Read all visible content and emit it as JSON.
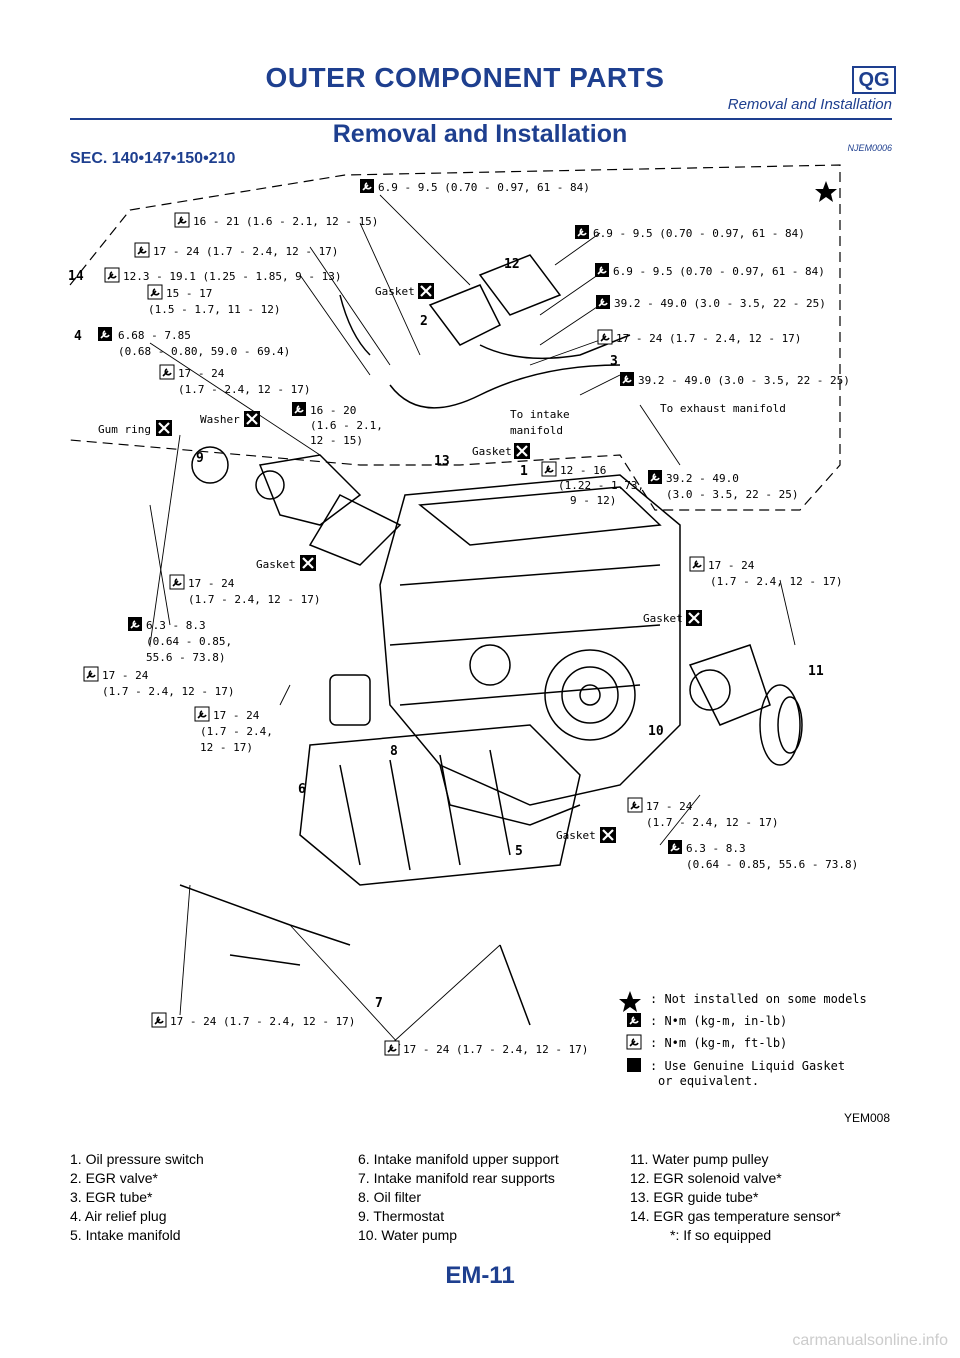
{
  "header": {
    "title": "OUTER COMPONENT PARTS",
    "badge": "QG",
    "subtitle": "Removal and Installation"
  },
  "section": {
    "title": "Removal and Installation",
    "ref_code": "NJEM0006",
    "sec_label": "SEC. 140•147•150•210"
  },
  "figure": {
    "code": "YEM008",
    "callouts": {
      "t1": "6.9 - 9.5 (0.70 - 0.97, 61 - 84)",
      "t2": "16 - 21 (1.6 - 2.1, 12 - 15)",
      "t3": "6.9 - 9.5 (0.70 - 0.97, 61 - 84)",
      "t4": "17 - 24 (1.7 - 2.4, 12 - 17)",
      "t5": "12.3 - 19.1 (1.25 - 1.85, 9 - 13)",
      "t6": "6.9 - 9.5 (0.70 - 0.97, 61 - 84)",
      "t7a": "15 - 17",
      "t7b": "(1.5 - 1.7, 11 - 12)",
      "t8": "39.2 - 49.0 (3.0 - 3.5, 22 - 25)",
      "t9a": "6.68 - 7.85",
      "t9b": "(0.68 - 0.80, 59.0 - 69.4)",
      "t10": "17 - 24 (1.7 - 2.4, 12 - 17)",
      "t11a": "17 - 24",
      "t11b": "(1.7 - 2.4, 12 - 17)",
      "t12": "39.2 - 49.0 (3.0 - 3.5, 22 - 25)",
      "t13a": "16 - 20",
      "t13b": "(1.6 - 2.1,",
      "t13c": "12 - 15)",
      "t14a": "12 - 16",
      "t14b": "(1.22 - 1.73,",
      "t14c": "9 - 12)",
      "t15a": "39.2 - 49.0",
      "t15b": "(3.0 - 3.5, 22 - 25)",
      "t16a": "17 - 24",
      "t16b": "(1.7 - 2.4, 12 - 17)",
      "t17a": "17 - 24",
      "t17b": "(1.7 - 2.4, 12 - 17)",
      "t18a": "6.3 - 8.3",
      "t18b": "(0.64 - 0.85,",
      "t18c": "55.6 - 73.8)",
      "t19a": "17 - 24",
      "t19b": "(1.7 - 2.4, 12 - 17)",
      "t20a": "17 - 24",
      "t20b": "(1.7 - 2.4,",
      "t20c": "12 - 17)",
      "t21a": "17 - 24",
      "t21b": "(1.7 - 2.4, 12 - 17)",
      "t22a": "6.3 - 8.3",
      "t22b": "(0.64 - 0.85, 55.6 - 73.8)",
      "t23": "17 - 24 (1.7 - 2.4, 12 - 17)",
      "t24": "17 - 24 (1.7 - 2.4, 12 - 17)",
      "gasket": "Gasket",
      "washer": "Washer",
      "gum_ring": "Gum ring",
      "to_intake_1": "To intake",
      "to_intake_2": "manifold",
      "to_exhaust": "To exhaust manifold"
    },
    "numbers": [
      "1",
      "2",
      "3",
      "4",
      "5",
      "6",
      "7",
      "8",
      "9",
      "10",
      "11",
      "12",
      "13",
      "14"
    ],
    "key": {
      "star": ": Not installed on some models",
      "nm_in": ": N•m (kg-m, in-lb)",
      "nm_ft": ": N•m (kg-m, ft-lb)",
      "liquid_1": ": Use Genuine Liquid Gasket",
      "liquid_2": "or equivalent."
    }
  },
  "legend": {
    "col1": [
      "1. Oil pressure switch",
      "2. EGR valve*",
      "3. EGR tube*",
      "4. Air relief plug",
      "5. Intake manifold"
    ],
    "col2": [
      "6. Intake manifold upper support",
      "7. Intake manifold rear supports",
      "8. Oil filter",
      "9. Thermostat",
      "10. Water pump"
    ],
    "col3": [
      "11. Water pump pulley",
      "12. EGR solenoid valve*",
      "13. EGR guide tube*",
      "14. EGR gas temperature sensor*",
      "*: If so equipped"
    ]
  },
  "footer": {
    "page": "EM-11",
    "watermark": "carmanualsonline.info"
  },
  "colors": {
    "heading": "#1e3f8f"
  }
}
